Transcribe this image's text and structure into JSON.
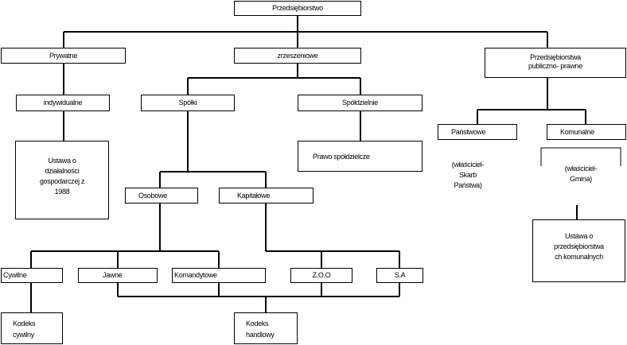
{
  "nodes": {
    "root": "Przedsiębiorstwo",
    "prywatne": "Prywatne",
    "zrzeszeniowe": "zrzeszeniowe",
    "publiczne": "Przedsiębiorstwa\npubliczno- prawne",
    "indywidualne": "indywidualne",
    "spolki": "Spółki",
    "spoldzielnie": "Spółdzielnie",
    "panstwowe": "Państwowe",
    "komunalne": "Komunalne",
    "ustawa_1988": "Ustawa o\ndziałalności\ngospodarczej z\n1988",
    "prawo_spoldzielcze": "Prawo spółdzielcze",
    "skarb_panstwa": "(właściciel-\nSkarb\nPaństwa)",
    "gmina": "(właściciel-\nGmina)",
    "osobowe": "Osobowe",
    "kapitalowe": "Kapitałowe",
    "ustawa_komunalne": "Ustawa o\nprzedsiębiorstwa\nch komunalnych",
    "cywilne": "Cywilne",
    "jawne": "Jawne",
    "komandytowe": "Komandytowe",
    "zoo": "Z.O.O",
    "sa": "S.A",
    "kodeks_cywilny": "Kodeks\ncywilny",
    "kodeks_handlowy": "Kodeks\nhandlowy"
  }
}
